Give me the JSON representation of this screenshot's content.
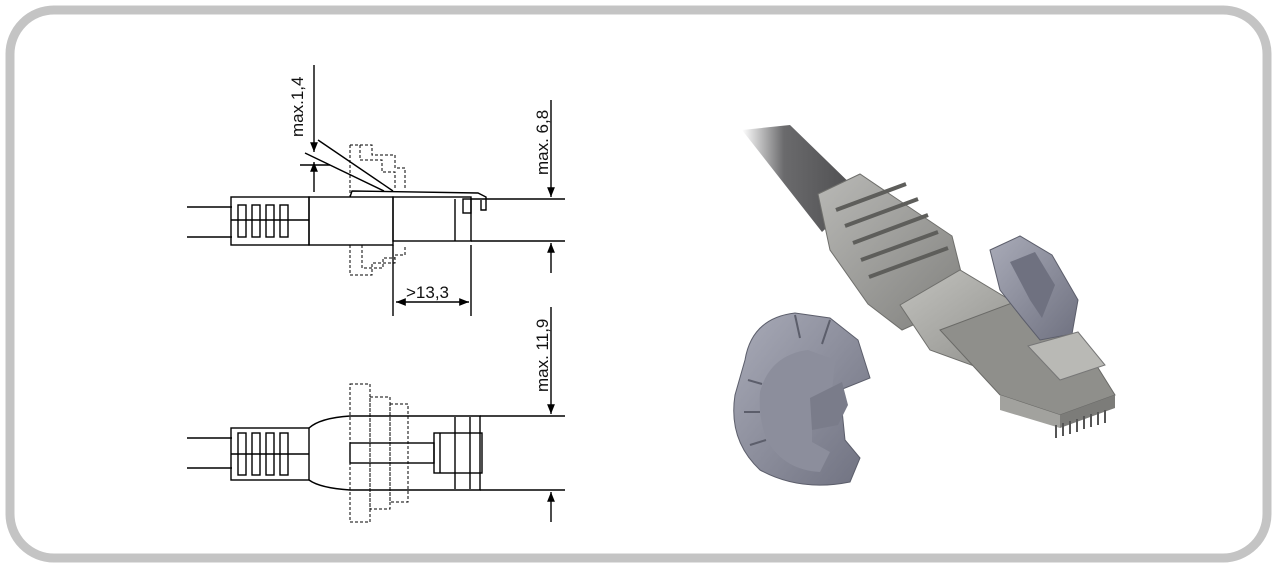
{
  "dimensions": {
    "max_1_4": "max.1,4",
    "max_6_8": "max. 6,8",
    "min_13_3": ">13,3",
    "max_11_9": "max. 11,9"
  },
  "colors": {
    "frame_border": "#c4c4c4",
    "line": "#000000",
    "plug_gray": "#9a9a98",
    "cable_gray": "#5e5e60",
    "clip_gray": "#8a8c9a"
  },
  "icons": {
    "top_view": "plug-side-view-drawing",
    "bottom_view": "plug-top-view-drawing",
    "photo": "rj45-plug-render",
    "clip_photo": "boot-clip-render"
  }
}
